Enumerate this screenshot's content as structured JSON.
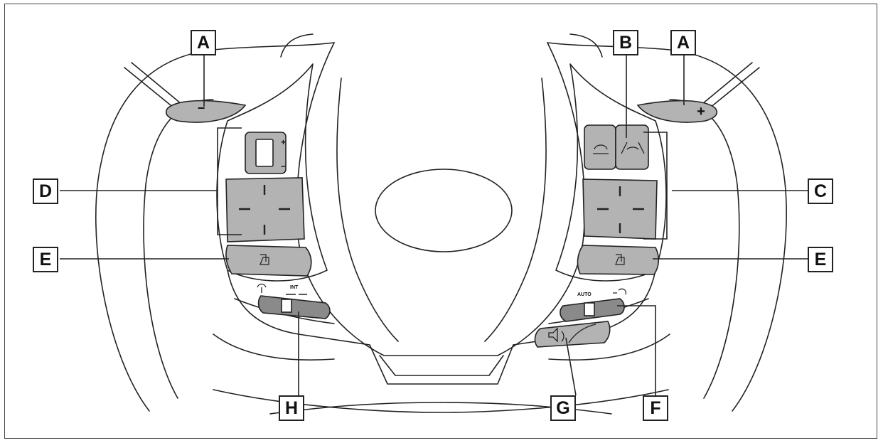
{
  "callouts": {
    "A_left": "A",
    "A_right": "A",
    "B": "B",
    "C": "C",
    "D": "D",
    "E_left": "E",
    "E_right": "E",
    "F": "F",
    "G": "G",
    "H": "H"
  },
  "switch_labels": {
    "left_paddle_minus": "−",
    "right_paddle_plus": "+",
    "volume_plus": "+",
    "volume_minus": "−",
    "wiper_scale": "INT",
    "light_scale": "AUTO"
  },
  "icons": {
    "left_pad_control": "four-way-pad-icon",
    "right_pad_control": "four-way-pad-icon",
    "screen_switch": "display-screen-icon",
    "voice_switch": "voice-command-icon",
    "wiper_symbol": "wiper-icon",
    "headlight_symbol": "headlight-icon",
    "talk_switch": "speaker-talk-icon",
    "distance_switch": "vehicle-distance-icon",
    "lane_switch": "lane-assist-icon"
  },
  "colors": {
    "line": "#222222",
    "switch_fill": "#b3b3b3",
    "switch_dark": "#888888",
    "background": "#ffffff"
  }
}
